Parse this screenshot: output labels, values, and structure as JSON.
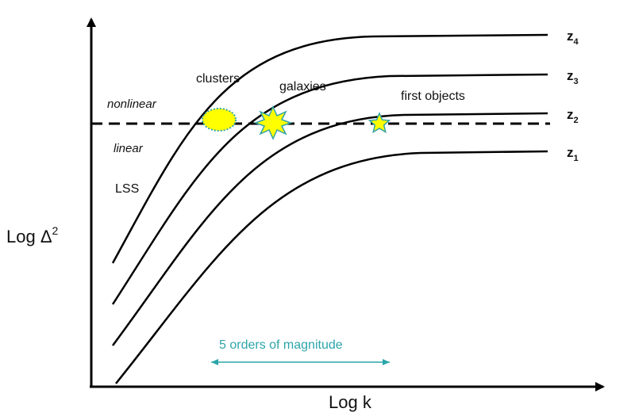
{
  "axes": {
    "y_label": "Log Δ",
    "y_label_sup": "2",
    "x_label": "Log k"
  },
  "regions": {
    "nonlinear": "nonlinear",
    "linear": "linear"
  },
  "curves": [
    {
      "label": "z",
      "sub": "4"
    },
    {
      "label": "z",
      "sub": "3"
    },
    {
      "label": "z",
      "sub": "2"
    },
    {
      "label": "z",
      "sub": "1"
    }
  ],
  "objects": {
    "lss": "LSS",
    "clusters": "clusters",
    "galaxies": "galaxies",
    "first_objects": "first objects"
  },
  "span": {
    "label": "5 orders of magnitude"
  },
  "colors": {
    "line": "#000000",
    "marker_fill": "#ffff00",
    "marker_stroke": "#2fa3a8",
    "span": "#2ba5aa"
  }
}
